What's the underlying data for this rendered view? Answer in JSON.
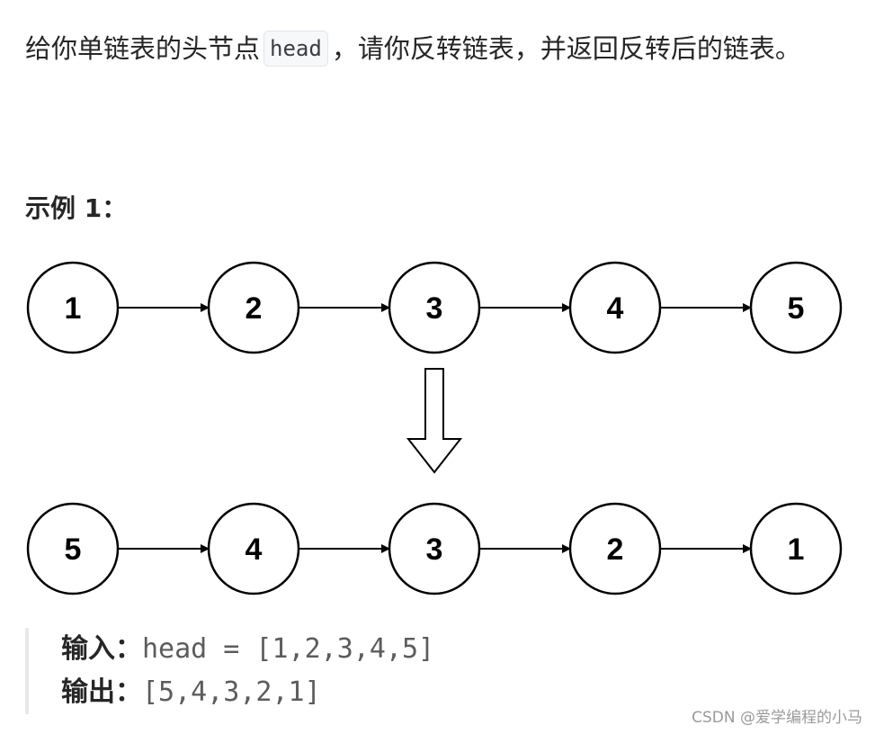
{
  "description": {
    "before": "给你单链表的头节点",
    "code": "head",
    "after": "，请你反转链表，并返回反转后的链表。"
  },
  "example": {
    "title": "示例 1："
  },
  "diagram": {
    "top_nodes": [
      "1",
      "2",
      "3",
      "4",
      "5"
    ],
    "bottom_nodes": [
      "5",
      "4",
      "3",
      "2",
      "1"
    ]
  },
  "io": {
    "input_label": "输入：",
    "input_value": "head = [1,2,3,4,5]",
    "output_label": "输出：",
    "output_value": "[5,4,3,2,1]"
  },
  "watermark": "CSDN @爱学编程的小马"
}
